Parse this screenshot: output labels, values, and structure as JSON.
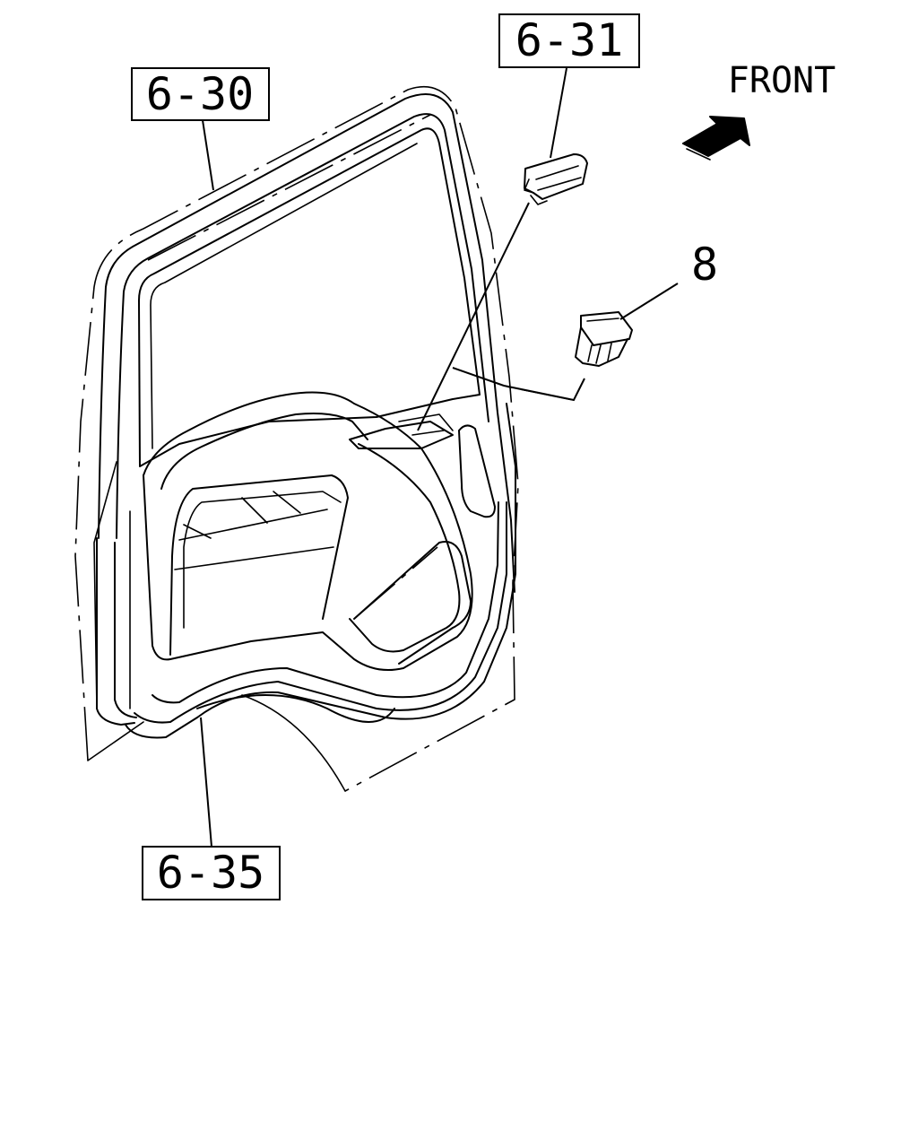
{
  "diagram": {
    "callouts": {
      "door_panel": "6-30",
      "window_glass": "6-31",
      "door_lower": "6-35",
      "clip_part": "8"
    },
    "direction_label": "FRONT",
    "colors": {
      "line": "#000000",
      "background": "#ffffff"
    },
    "icons": {
      "direction": "arrow-front-icon"
    }
  }
}
